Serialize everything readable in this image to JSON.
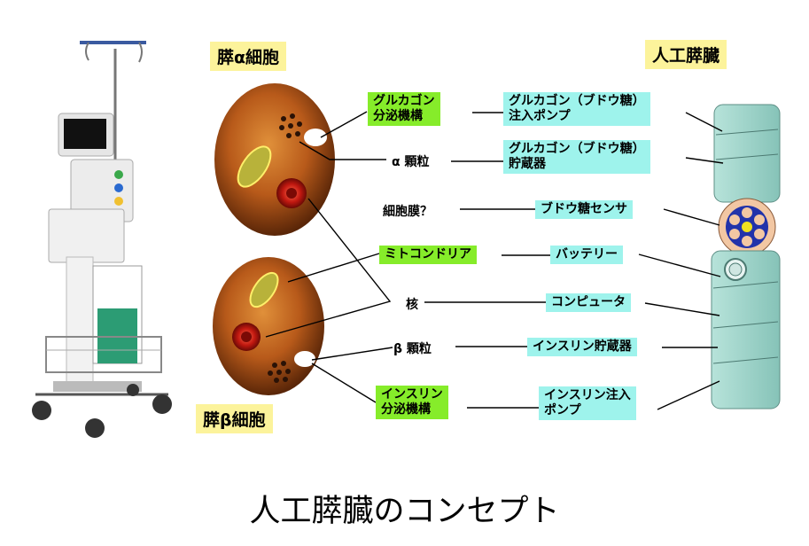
{
  "headings": {
    "alpha_cell": "膵α細胞",
    "beta_cell": "膵β細胞",
    "artificial_pancreas": "人工膵臓"
  },
  "cell_parts": {
    "glucagon_secretion": [
      "グルカゴン",
      "分泌機構"
    ],
    "alpha_granule": "α 顆粒",
    "cell_membrane": "細胞膜？",
    "mitochondria": "ミトコンドリア",
    "nucleus": "核",
    "beta_granule": "β 顆粒",
    "insulin_secretion": [
      "インスリン",
      "分泌機構"
    ]
  },
  "device_parts": {
    "glucagon_pump": [
      "グルカゴン（ブドウ糖）",
      "注入ポンプ"
    ],
    "glucagon_reservoir": [
      "グルカゴン（ブドウ糖）",
      "貯蔵器"
    ],
    "glucose_sensor": "ブドウ糖センサ",
    "battery": "バッテリー",
    "computer": "コンピュータ",
    "insulin_reservoir": "インスリン貯蔵器",
    "insulin_pump": [
      "インスリン注入",
      "ポンプ"
    ]
  },
  "caption": "人工膵臓のコンセプト",
  "colors": {
    "cell_part_label": "#86ec2a",
    "device_part_label": "#9ef3ec",
    "heading_label": "#fcf39b",
    "device_body": "#9fd6cc",
    "cell_body": "#b85a1a"
  }
}
